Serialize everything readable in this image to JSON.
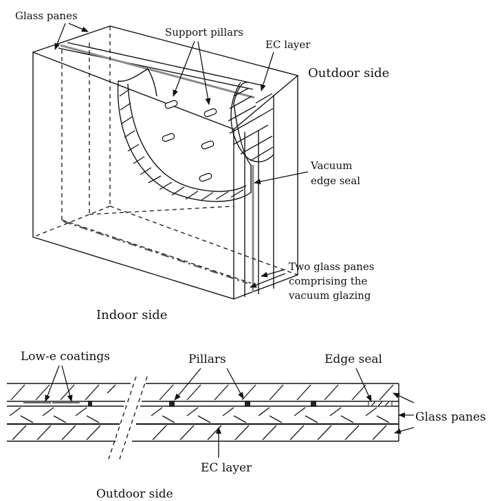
{
  "top_diagram": {
    "labels": {
      "glass_panes": "Glass panes",
      "support_pillars": "Support pillars",
      "ec_layer": "EC layer",
      "outdoor_side": "Outdoor side",
      "vacuum_edge_seal_line1": "Vacuum",
      "vacuum_edge_seal_line2": "edge seal",
      "two_panes_line1": "Two glass panes",
      "two_panes_line2": "comprising the",
      "two_panes_line3": "vacuum glazing",
      "indoor_side": "Indoor side"
    }
  },
  "bottom_diagram": {
    "labels": {
      "low_e_coatings": "Low-e coatings",
      "pillars": "Pillars",
      "edge_seal": "Edge seal",
      "glass_panes": "Glass panes",
      "ec_layer": "EC layer",
      "outdoor_side": "Outdoor side"
    }
  }
}
